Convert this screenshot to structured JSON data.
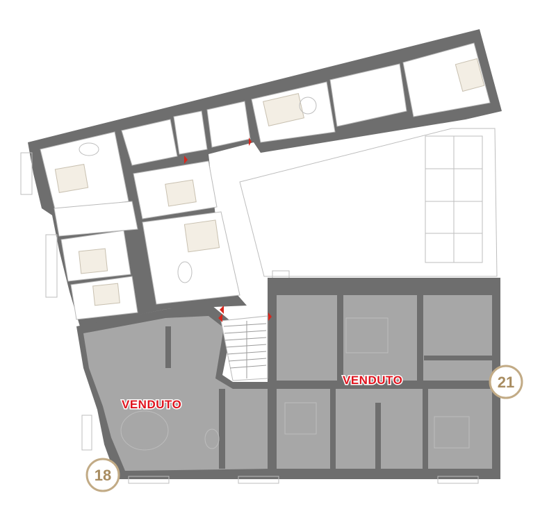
{
  "units": [
    {
      "label": "VENDUTO",
      "status": "sold",
      "unit_number": "18",
      "unit_label_ref": 0
    },
    {
      "label": "VENDUTO",
      "status": "sold",
      "unit_number": "21",
      "unit_label_ref": 1
    }
  ],
  "badges": [
    "18",
    "21"
  ],
  "colors": {
    "wall": "#6e6e6e",
    "sold_fill": "#a7a7a7",
    "sold_text": "#e0141e",
    "badge_ring": "#c2ab86",
    "badge_text": "#a88c60",
    "entrance_arrow": "#d9261c"
  }
}
